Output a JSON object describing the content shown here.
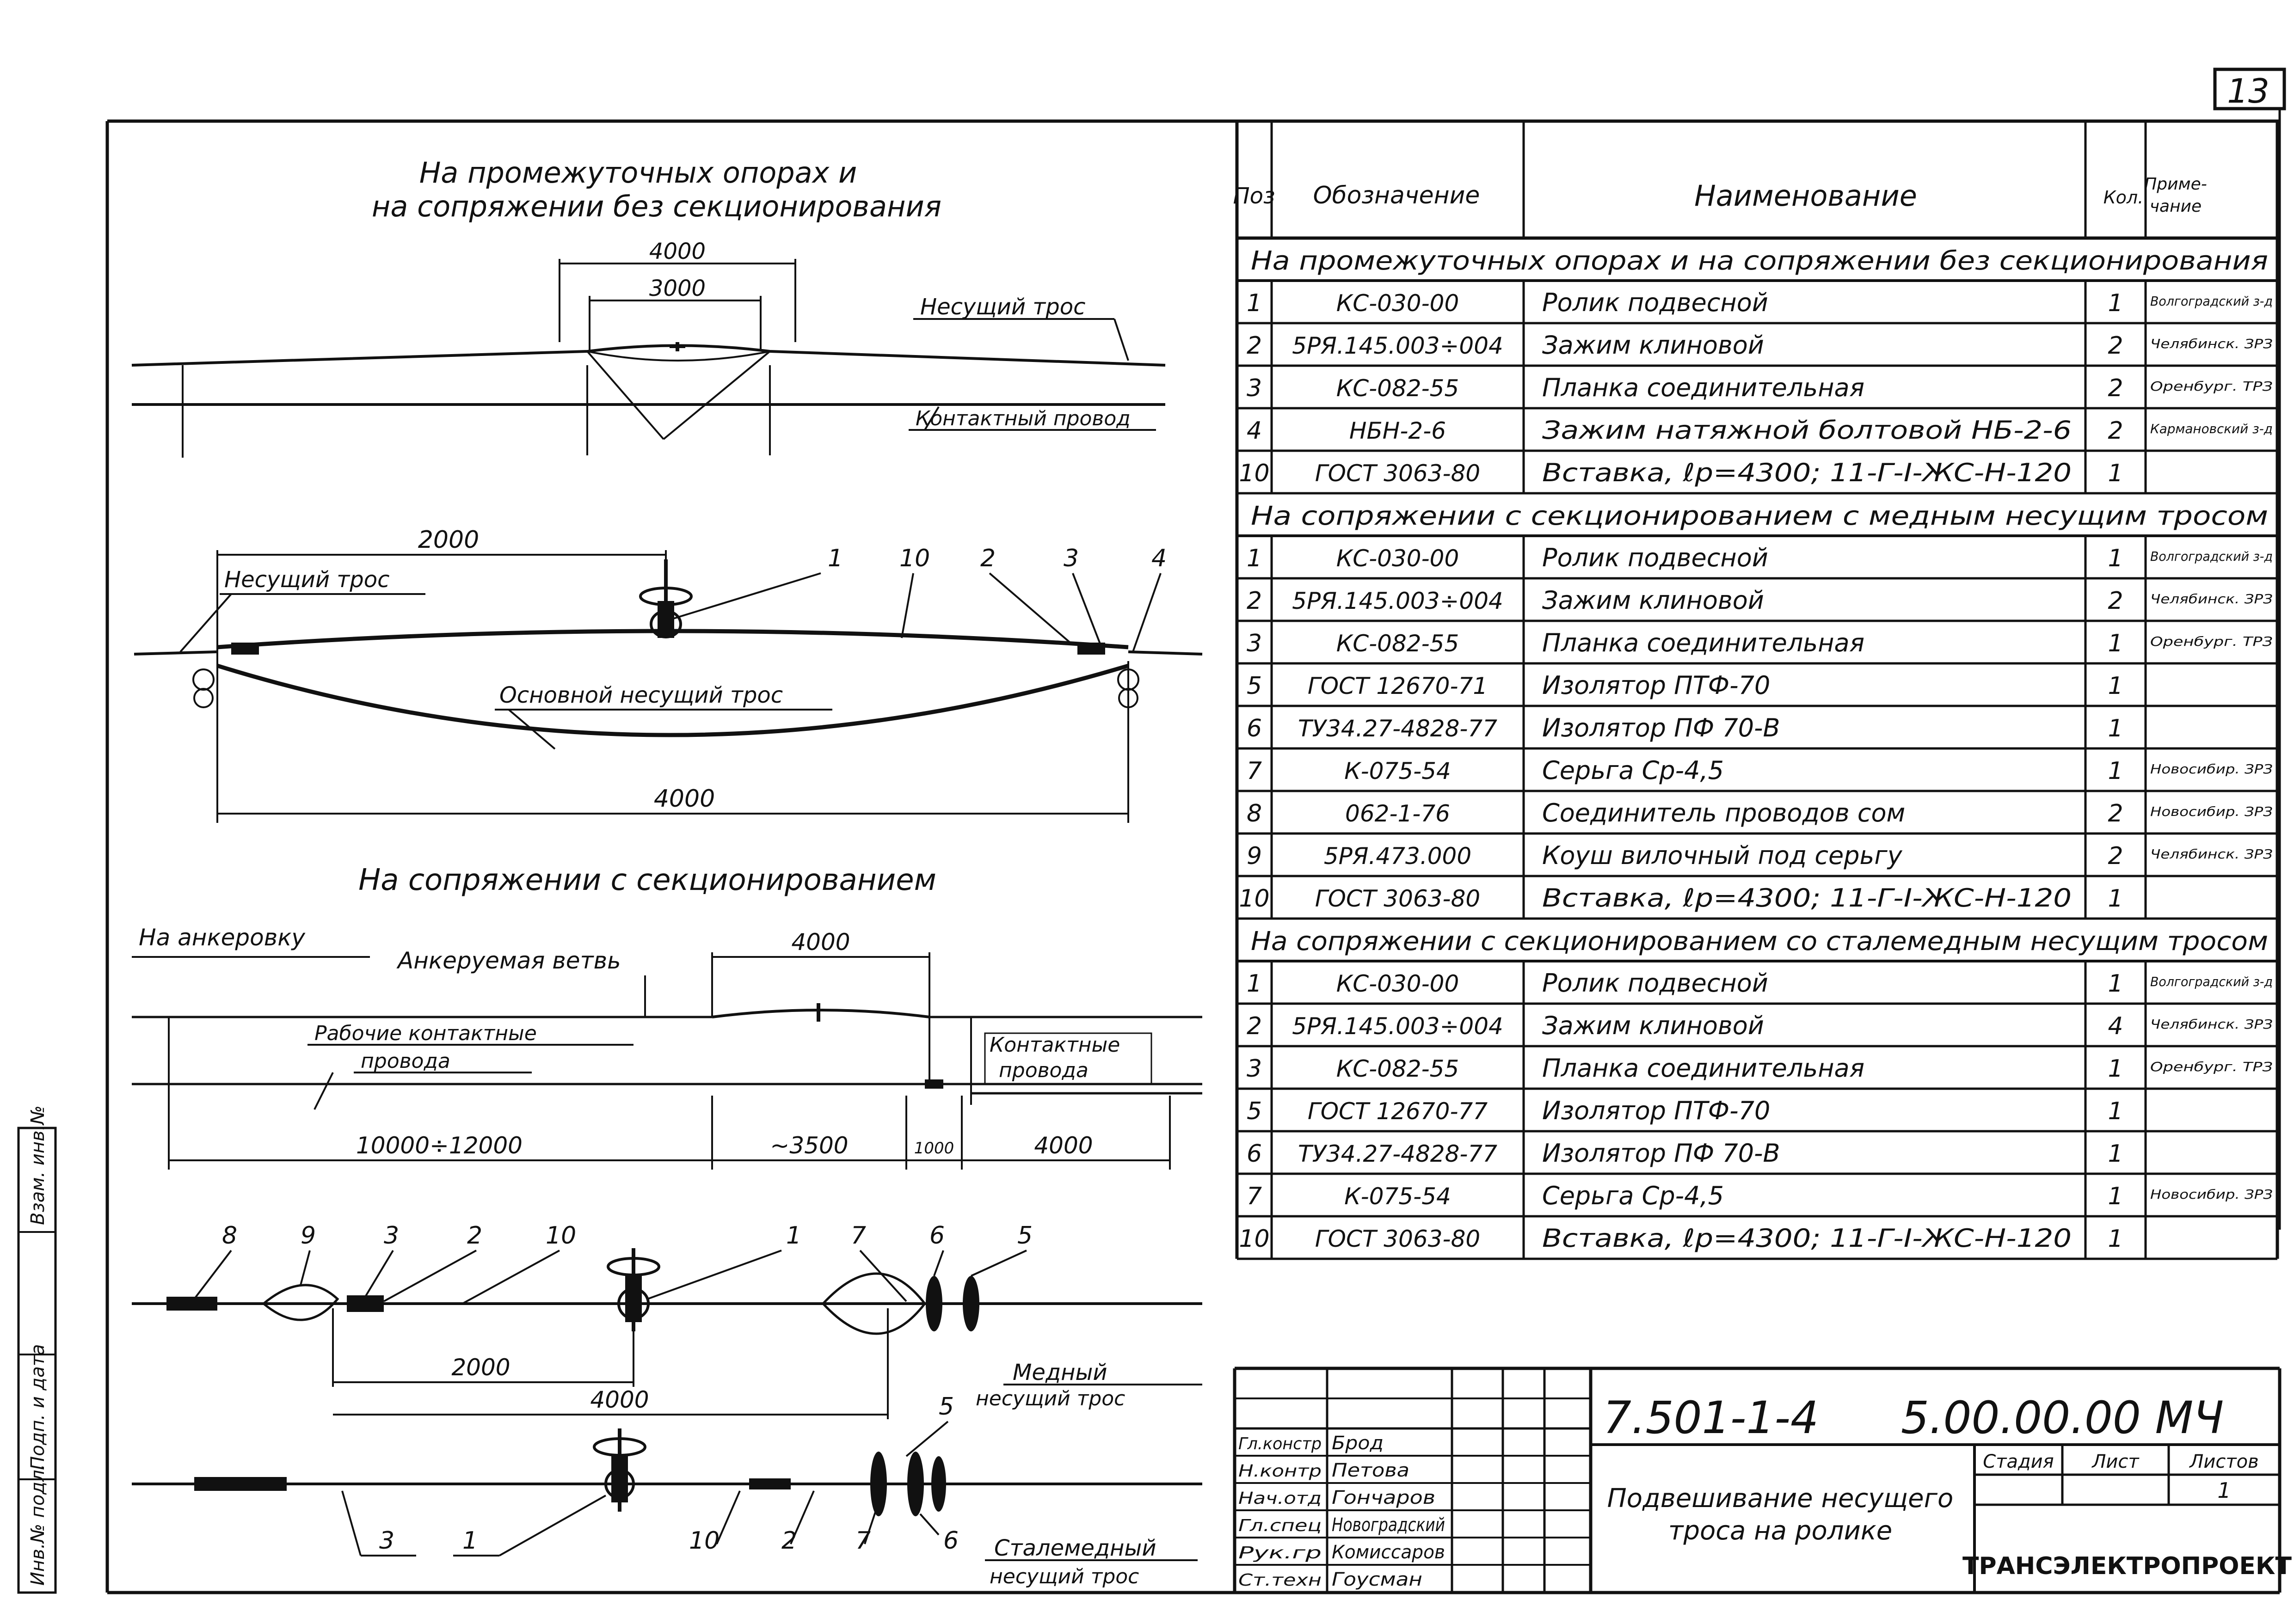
{
  "sheet_number": "13",
  "titles": {
    "top_view_line1": "На промежуточных опорах и",
    "top_view_line2": "на сопряжении без секционирования",
    "middle_view": "На сопряжении с секционированием"
  },
  "labels": {
    "carrying_cable": "Несущий трос",
    "contact_wire": "Контактный провод",
    "main_carrying_cable": "Основной несущий трос",
    "to_anchoring": "На анкеровку",
    "anchored_branch": "Анкеруемая ветвь",
    "working_wires_l1": "Рабочие контактные",
    "working_wires_l2": "провода",
    "contact_wires_l1": "Контактные",
    "contact_wires_l2": "провода",
    "copper_cable_l1": "Медный",
    "copper_cable_l2": "несущий трос",
    "steelcopper_cable_l1": "Сталемедный",
    "steelcopper_cable_l2": "несущий трос"
  },
  "dims": {
    "d4000": "4000",
    "d3000": "3000",
    "d2000": "2000",
    "d10000": "10000÷12000",
    "d3500": "~3500",
    "d1000": "1000"
  },
  "callouts": {
    "c1": "1",
    "c2": "2",
    "c3": "3",
    "c4": "4",
    "c5": "5",
    "c6": "6",
    "c7": "7",
    "c8": "8",
    "c9": "9",
    "c10": "10"
  },
  "left_margin": {
    "inv_orig": "Инв.№ подл.",
    "sign_date": "Подп. и дата",
    "inv_replace": "Взам. инв.№"
  },
  "spec_table": {
    "headers": {
      "pos": "Поз",
      "designation": "Обозначение",
      "name": "Наименование",
      "qty": "Кол.",
      "note_l1": "Приме-",
      "note_l2": "чание"
    },
    "sections": [
      {
        "title": "На промежуточных опорах и на сопряжении без секционирования",
        "rows": [
          {
            "pos": "1",
            "designation": "КС-030-00",
            "name": "Ролик подвесной",
            "qty": "1",
            "note": "Волгоградский з-д"
          },
          {
            "pos": "2",
            "designation": "5РЯ.145.003÷004",
            "name": "Зажим клиновой",
            "qty": "2",
            "note": "Челябинск. ЗРЗ"
          },
          {
            "pos": "3",
            "designation": "КС-082-55",
            "name": "Планка соединительная",
            "qty": "2",
            "note": "Оренбург. ТРЗ"
          },
          {
            "pos": "4",
            "designation": "НБН-2-6",
            "name": "Зажим натяжной болтовой НБ-2-6",
            "qty": "2",
            "note": "Кармановский з-д"
          },
          {
            "pos": "10",
            "designation": "ГОСТ 3063-80",
            "name": "Вставка, ℓр=4300; 11-Г-I-ЖС-Н-120",
            "qty": "1",
            "note": ""
          }
        ]
      },
      {
        "title": "На сопряжении с секционированием с медным несущим тросом",
        "rows": [
          {
            "pos": "1",
            "designation": "КС-030-00",
            "name": "Ролик подвесной",
            "qty": "1",
            "note": "Волгоградский з-д"
          },
          {
            "pos": "2",
            "designation": "5РЯ.145.003÷004",
            "name": "Зажим клиновой",
            "qty": "2",
            "note": "Челябинск. ЗРЗ"
          },
          {
            "pos": "3",
            "designation": "КС-082-55",
            "name": "Планка соединительная",
            "qty": "1",
            "note": "Оренбург. ТРЗ"
          },
          {
            "pos": "5",
            "designation": "ГОСТ 12670-71",
            "name": "Изолятор ПТФ-70",
            "qty": "1",
            "note": ""
          },
          {
            "pos": "6",
            "designation": "ТУ34.27-4828-77",
            "name": "Изолятор ПФ 70-В",
            "qty": "1",
            "note": ""
          },
          {
            "pos": "7",
            "designation": "К-075-54",
            "name": "Серьга Ср-4,5",
            "qty": "1",
            "note": "Новосибир. ЗРЗ"
          },
          {
            "pos": "8",
            "designation": "062-1-76",
            "name": "Соединитель проводов сом",
            "qty": "2",
            "note": "Новосибир. ЗРЗ"
          },
          {
            "pos": "9",
            "designation": "5РЯ.473.000",
            "name": "Коуш вилочный под серьгу",
            "qty": "2",
            "note": "Челябинск. ЗРЗ"
          },
          {
            "pos": "10",
            "designation": "ГОСТ 3063-80",
            "name": "Вставка, ℓр=4300; 11-Г-I-ЖС-Н-120",
            "qty": "1",
            "note": ""
          }
        ]
      },
      {
        "title": "На сопряжении с секционированием со сталемедным несущим тросом",
        "rows": [
          {
            "pos": "1",
            "designation": "КС-030-00",
            "name": "Ролик подвесной",
            "qty": "1",
            "note": "Волгоградский з-д"
          },
          {
            "pos": "2",
            "designation": "5РЯ.145.003÷004",
            "name": "Зажим клиновой",
            "qty": "4",
            "note": "Челябинск. ЗРЗ"
          },
          {
            "pos": "3",
            "designation": "КС-082-55",
            "name": "Планка соединительная",
            "qty": "1",
            "note": "Оренбург. ТРЗ"
          },
          {
            "pos": "5",
            "designation": "ГОСТ 12670-77",
            "name": "Изолятор ПТФ-70",
            "qty": "1",
            "note": ""
          },
          {
            "pos": "6",
            "designation": "ТУ34.27-4828-77",
            "name": "Изолятор ПФ 70-В",
            "qty": "1",
            "note": ""
          },
          {
            "pos": "7",
            "designation": "К-075-54",
            "name": "Серьга Ср-4,5",
            "qty": "1",
            "note": "Новосибир. ЗРЗ"
          },
          {
            "pos": "10",
            "designation": "ГОСТ 3063-80",
            "name": "Вставка, ℓр=4300; 11-Г-I-ЖС-Н-120",
            "qty": "1",
            "note": ""
          }
        ]
      }
    ]
  },
  "title_block": {
    "doc_code": "7.501-1-4",
    "doc_number": "5.00.00.00 МЧ",
    "drawing_title_l1": "Подвешивание несущего",
    "drawing_title_l2": "троса на ролике",
    "stage_label": "Стадия",
    "sheet_label": "Лист",
    "sheets_label": "Листов",
    "sheets_value": "1",
    "organization": "ТРАНСЭЛЕКТРОПРОЕКТ",
    "staff": [
      {
        "role": "Гл.констр",
        "name": "Брод"
      },
      {
        "role": "Н.контр",
        "name": "Петова"
      },
      {
        "role": "Нач.отд",
        "name": "Гончаров"
      },
      {
        "role": "Гл.спец",
        "name": "Новоградский"
      },
      {
        "role": "Рук.гр",
        "name": "Комиссаров"
      },
      {
        "role": "Ст.техн",
        "name": "Гоусман"
      }
    ]
  }
}
